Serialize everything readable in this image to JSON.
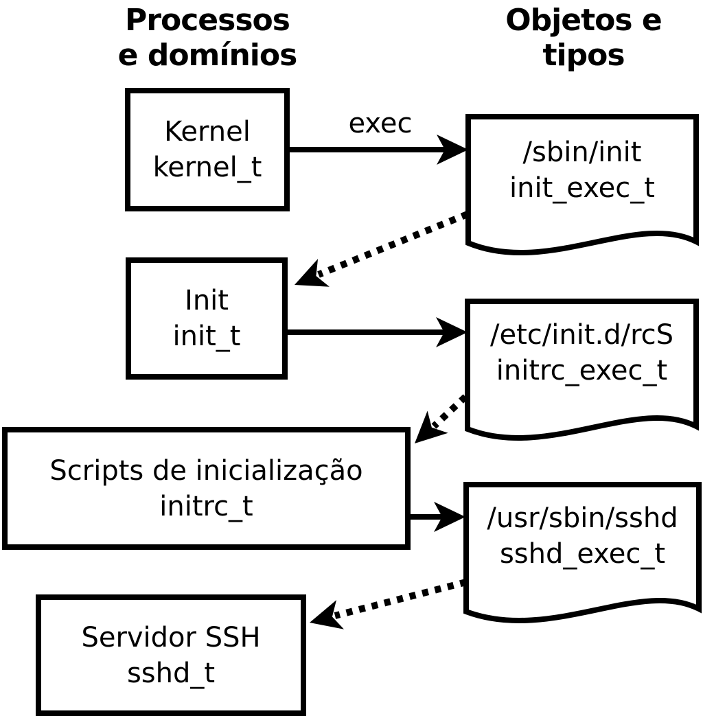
{
  "diagram": {
    "title_columns": {
      "left": {
        "line1": "Processos",
        "line2": "e domínios"
      },
      "right": {
        "line1": "Objetos e",
        "line2": "tipos"
      }
    },
    "processes": [
      {
        "name": "Kernel",
        "type": "kernel_t"
      },
      {
        "name": "Init",
        "type": "init_t"
      },
      {
        "name": "Scripts de inicialização",
        "type": "initrc_t"
      },
      {
        "name": "Servidor SSH",
        "type": "sshd_t"
      }
    ],
    "objects": [
      {
        "path": "/sbin/init",
        "type": "init_exec_t"
      },
      {
        "path": "/etc/init.d/rcS",
        "type": "initrc_exec_t"
      },
      {
        "path": "/usr/sbin/sshd",
        "type": "sshd_exec_t"
      }
    ],
    "exec_label": "exec",
    "connections": [
      {
        "from": "kernel_t",
        "to": "init_exec_t",
        "style": "solid",
        "label": "exec"
      },
      {
        "from": "init_exec_t",
        "to": "init_t",
        "style": "dotted",
        "label": ""
      },
      {
        "from": "init_t",
        "to": "initrc_exec_t",
        "style": "solid",
        "label": ""
      },
      {
        "from": "initrc_exec_t",
        "to": "initrc_t",
        "style": "dotted",
        "label": ""
      },
      {
        "from": "initrc_t",
        "to": "sshd_exec_t",
        "style": "solid",
        "label": ""
      },
      {
        "from": "sshd_exec_t",
        "to": "sshd_t",
        "style": "dotted",
        "label": ""
      }
    ],
    "colors": {
      "foreground": "#000000",
      "background": "#ffffff"
    }
  }
}
